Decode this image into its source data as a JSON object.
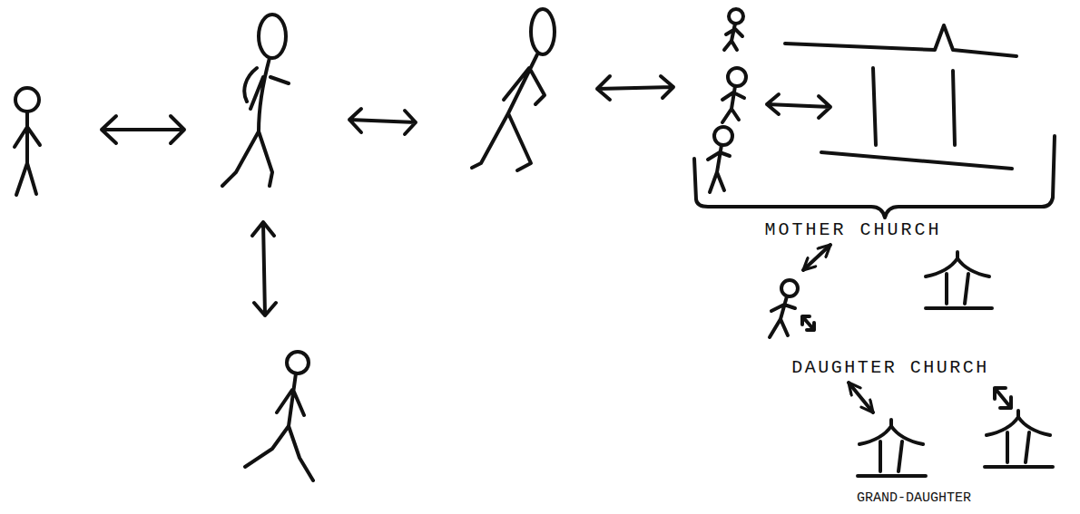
{
  "diagram": {
    "nodes": [
      {
        "text": [
          "MOTHER CHURCH"
        ]
      },
      {
        "text": [
          "DAUGHTER CHURCH"
        ]
      },
      {
        "text": [
          "GRAND-DAUGHTER"
        ]
      }
    ],
    "edges": [
      {
        "from": 0,
        "to": 1,
        "arrow": "both"
      },
      {
        "from": 1,
        "to": 2,
        "arrow": "both"
      }
    ]
  }
}
